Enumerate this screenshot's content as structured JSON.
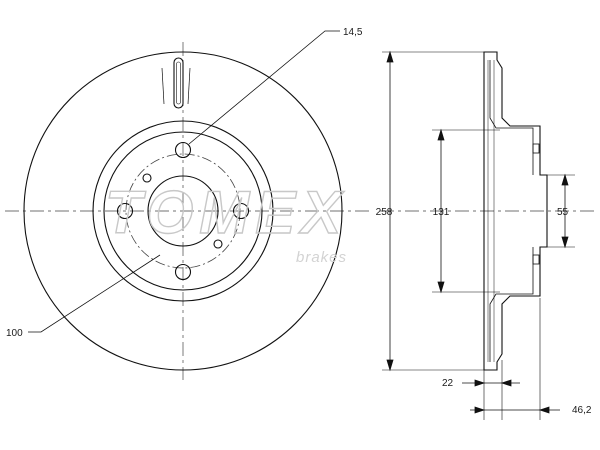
{
  "dimensions": {
    "bolt_hole_diameter": "14,5",
    "pcd": "100",
    "outer_diameter": "258",
    "hat_diameter": "131",
    "center_bore": "55",
    "thickness": "22",
    "overall_height": "46,2"
  },
  "watermark": {
    "brand": "TOMEX",
    "sub": "brakes"
  }
}
